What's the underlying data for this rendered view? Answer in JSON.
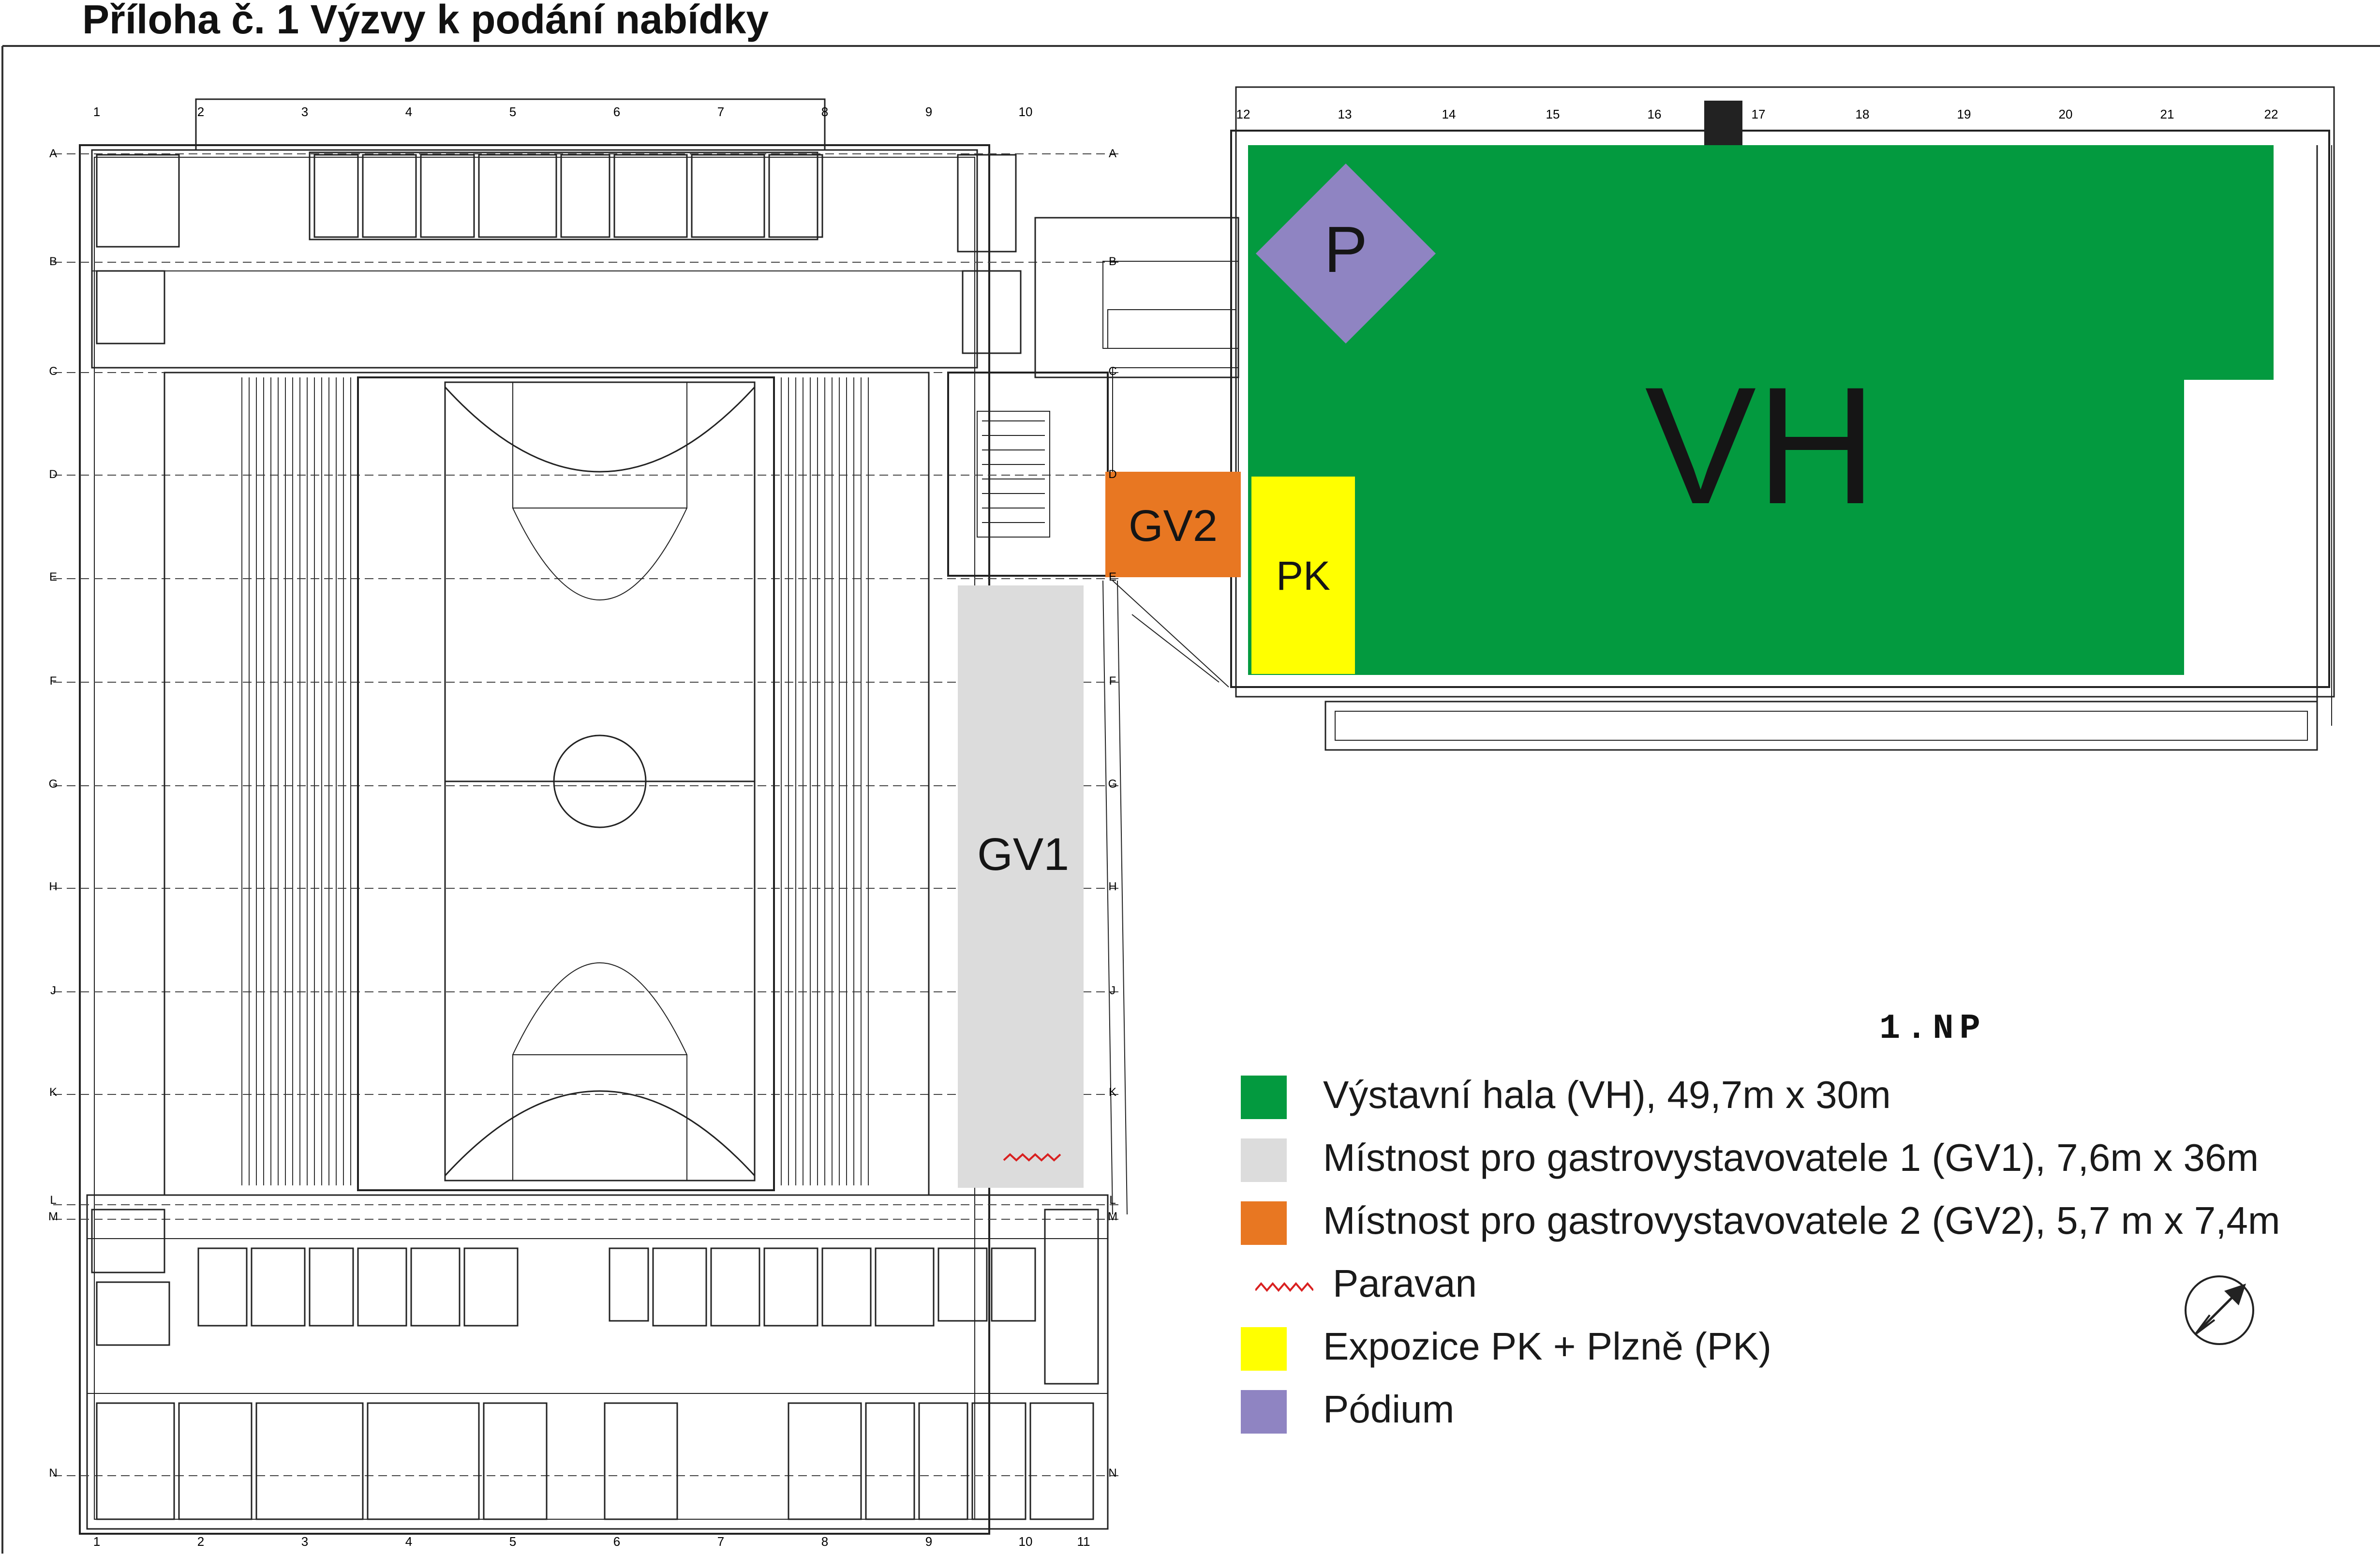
{
  "title": "Příloha č. 1 Výzvy k podání nabídky",
  "floor": "1.NP",
  "colors": {
    "vh_green": "#039a3f",
    "gv1_grey": "#dcdcdc",
    "gv2_orange": "#e87722",
    "pk_yellow": "#ffff00",
    "podium_purple": "#8f84c2",
    "paravan_red": "#d92020",
    "plan_line": "#222222"
  },
  "zones": {
    "vh": "VH",
    "gv1": "GV1",
    "gv2": "GV2",
    "pk": "PK",
    "podium": "P"
  },
  "legend": [
    {
      "key": "vh",
      "label": "Výstavní hala (VH), 49,7m x 30m",
      "color": "#039a3f"
    },
    {
      "key": "gv1",
      "label": "Místnost pro gastrovystavovatele 1 (GV1), 7,6m x 36m",
      "color": "#dcdcdc"
    },
    {
      "key": "gv2",
      "label": "Místnost pro gastrovystavovatele 2 (GV2), 5,7 m x 7,4m",
      "color": "#e87722"
    },
    {
      "key": "paravan",
      "label": "Paravan",
      "color": "#d92020",
      "icon": "zigzag-line-icon"
    },
    {
      "key": "pk",
      "label": "Expozice PK + Plzně (PK)",
      "color": "#ffff00"
    },
    {
      "key": "podium",
      "label": "Pódium",
      "color": "#8f84c2"
    }
  ],
  "grid_axes": {
    "columns_top": [
      "1",
      "2",
      "3",
      "4",
      "5",
      "6",
      "7",
      "8",
      "9",
      "10",
      "12",
      "13",
      "14",
      "15",
      "16",
      "17",
      "18",
      "19",
      "20",
      "21",
      "22"
    ],
    "columns_bottom": [
      "1",
      "2",
      "3",
      "4",
      "5",
      "6",
      "7",
      "8",
      "9",
      "10",
      "11"
    ],
    "rows": [
      "A",
      "B",
      "C",
      "D",
      "E",
      "F",
      "G",
      "H",
      "J",
      "K",
      "L",
      "M",
      "N"
    ]
  },
  "icons": {
    "north_arrow": "north-arrow-icon"
  }
}
